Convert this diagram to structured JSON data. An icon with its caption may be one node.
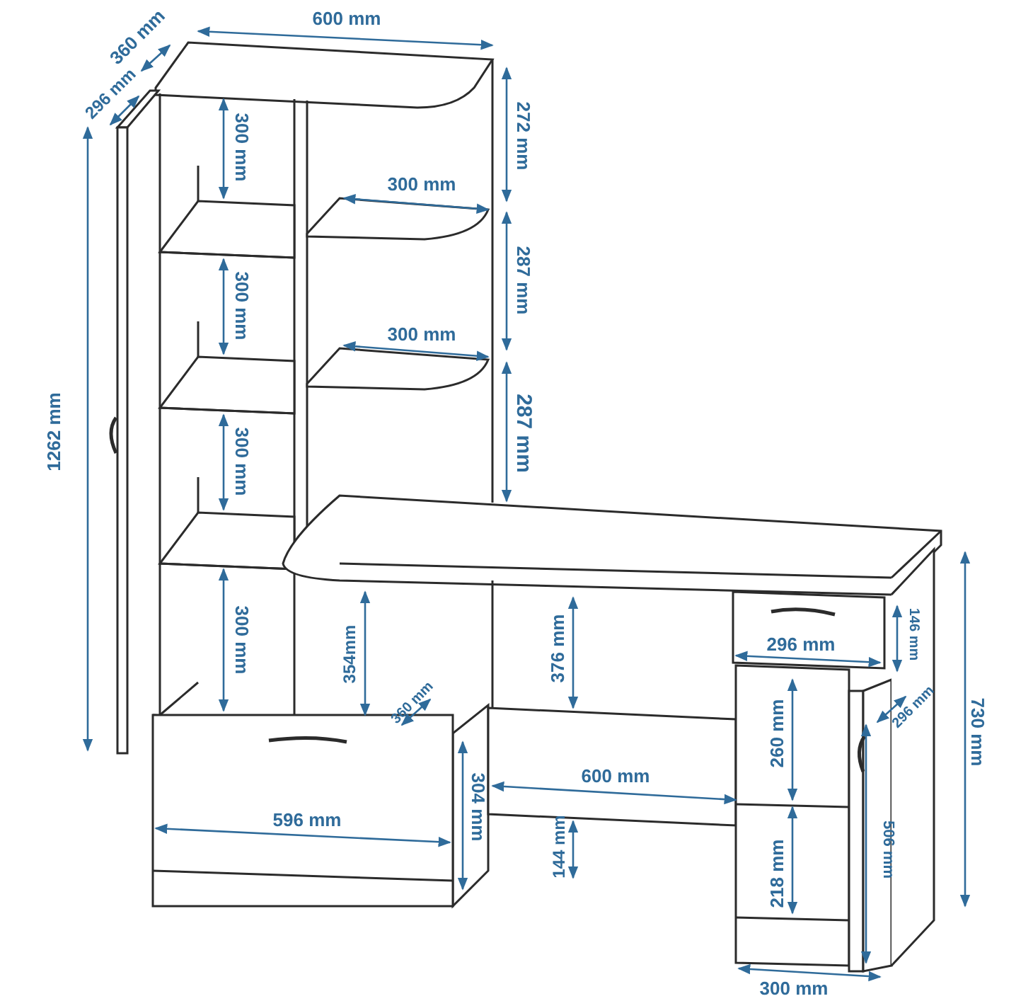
{
  "diagram": {
    "labels": [
      "360 mm",
      "600 mm",
      "296 mm",
      "272 mm",
      "300 mm",
      "300 mm",
      "287 mm",
      "300 mm",
      "300 mm",
      "1262 mm",
      "287 mm",
      "300 mm",
      "300 mm",
      "354mm",
      "376 mm",
      "296 mm",
      "146 mm",
      "360 mm",
      "296 mm",
      "730 mm",
      "260 mm",
      "600 mm",
      "304 mm",
      "596 mm",
      "506 mm",
      "144 mm",
      "218 mm",
      "300 mm"
    ]
  }
}
